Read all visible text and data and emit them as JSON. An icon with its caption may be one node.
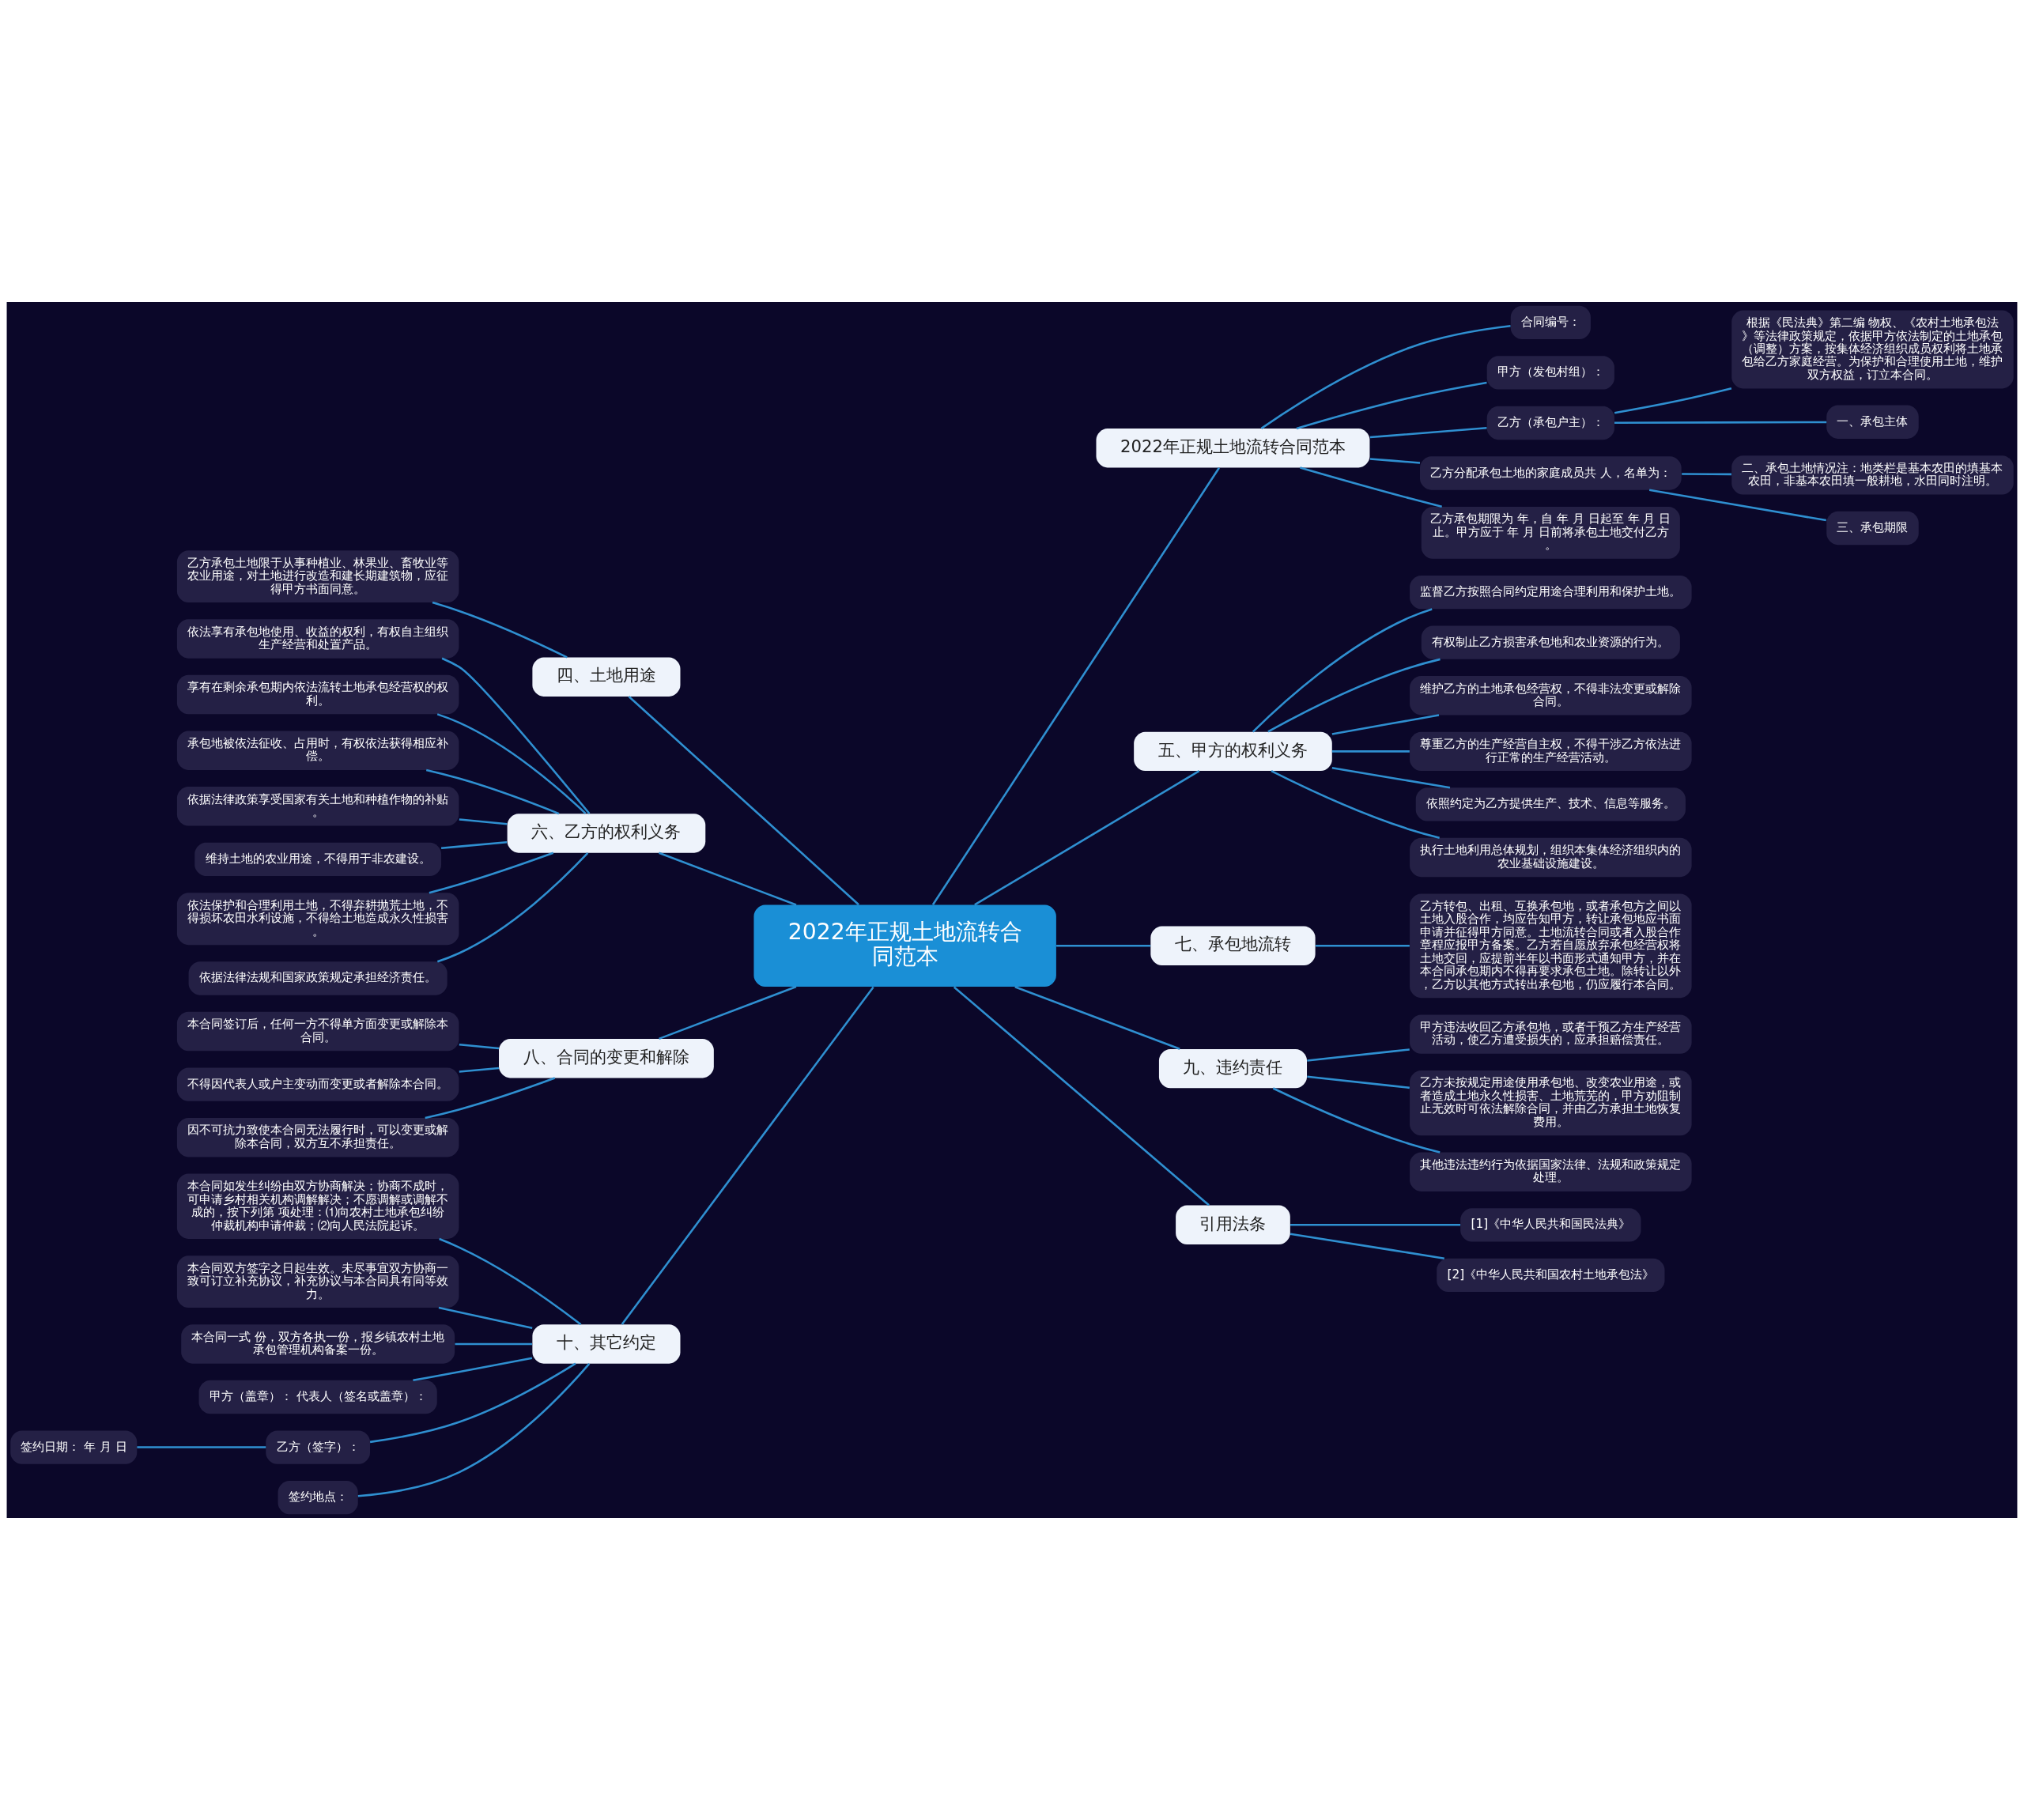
{
  "diagram": {
    "nodes": [
      {
        "text": [
          "2022年正规土地流转合同范本"
        ]
      },
      {
        "text": [
          "2022年正规土地流转合同范本"
        ]
      },
      {
        "text": [
          "合同编号："
        ]
      },
      {
        "text": [
          "甲方（发包村组）："
        ]
      },
      {
        "text": [
          "乙方（承包户主）："
        ]
      },
      {
        "text": [
          "根据《民法典》第二编 物权、《农村土地承包法》等法律政策规定，依据甲方依法制定的土地承包（调整）方案，按集体经济组织成员权利将土地承包给乙方家庭经营。为保护和合理使用土地，维护双方权益，订立本合同。"
        ]
      },
      {
        "text": [
          "一、承包主体"
        ]
      },
      {
        "text": [
          "乙方分配承包土地的家庭成员共 人，名单为："
        ]
      },
      {
        "text": [
          "二、承包土地情况注：地类栏是基本农田的填基本农田，非基本农田填一般耕地，水田同时注明。"
        ]
      },
      {
        "text": [
          "三、承包期限"
        ]
      },
      {
        "text": [
          "乙方承包期限为 年，自 年 月 日起至 年 月 日止。甲方应于 年 月 日前将承包土地交付乙方。"
        ]
      },
      {
        "text": [
          "四、土地用途"
        ]
      },
      {
        "text": [
          "乙方承包土地限于从事种植业、林果业、畜牧业等农业用途，对土地进行改造和建长期建筑物，应征得甲方书面同意。"
        ]
      },
      {
        "text": [
          "五、甲方的权利义务"
        ]
      },
      {
        "text": [
          "监督乙方按照合同约定用途合理利用和保护土地。"
        ]
      },
      {
        "text": [
          "有权制止乙方损害承包地和农业资源的行为。"
        ]
      },
      {
        "text": [
          "维护乙方的土地承包经营权，不得非法变更或解除合同。"
        ]
      },
      {
        "text": [
          "尊重乙方的生产经营自主权，不得干涉乙方依法进行正常的生产经营活动。"
        ]
      },
      {
        "text": [
          "依照约定为乙方提供生产、技术、信息等服务。"
        ]
      },
      {
        "text": [
          "执行土地利用总体规划，组织本集体经济组织内的农业基础设施建设。"
        ]
      },
      {
        "text": [
          "六、乙方的权利义务"
        ]
      },
      {
        "text": [
          "依法享有承包地使用、收益的权利，有权自主组织生产经营和处置产品。"
        ]
      },
      {
        "text": [
          "享有在剩余承包期内依法流转土地承包经营权的权利。"
        ]
      },
      {
        "text": [
          "承包地被依法征收、占用时，有权依法获得相应补偿。"
        ]
      },
      {
        "text": [
          "依据法律政策享受国家有关土地和种植作物的补贴。"
        ]
      },
      {
        "text": [
          "维持土地的农业用途，不得用于非农建设。"
        ]
      },
      {
        "text": [
          "依法保护和合理利用土地，不得弃耕抛荒土地，不得损坏农田水利设施，不得给土地造成永久性损害。"
        ]
      },
      {
        "text": [
          "依据法律法规和国家政策规定承担经济责任。"
        ]
      },
      {
        "text": [
          "七、承包地流转"
        ]
      },
      {
        "text": [
          "乙方转包、出租、互换承包地，或者承包方之间以土地入股合作，均应告知甲方，转让承包地应书面申请并征得甲方同意。土地流转合同或者入股合作章程应报甲方备案。乙方若自愿放弃承包经营权将土地交回，应提前半年以书面形式通知甲方，并在本合同承包期内不得再要求承包土地。除转让以外，乙方以其他方式转出承包地，仍应履行本合同。"
        ]
      },
      {
        "text": [
          "八、合同的变更和解除"
        ]
      },
      {
        "text": [
          "本合同签订后，任何一方不得单方面变更或解除本合同。"
        ]
      },
      {
        "text": [
          "不得因代表人或户主变动而变更或者解除本合同。"
        ]
      },
      {
        "text": [
          "因不可抗力致使本合同无法履行时，可以变更或解除本合同，双方互不承担责任。"
        ]
      },
      {
        "text": [
          "九、违约责任"
        ]
      },
      {
        "text": [
          "甲方违法收回乙方承包地，或者干预乙方生产经营活动，使乙方遭受损失的，应承担赔偿责任。"
        ]
      },
      {
        "text": [
          "乙方未按规定用途使用承包地、改变农业用途，或者造成土地永久性损害、土地荒芜的，甲方劝阻制止无效时可依法解除合同，并由乙方承担土地恢复费用。"
        ]
      },
      {
        "text": [
          "其他违法违约行为依据国家法律、法规和政策规定处理。"
        ]
      },
      {
        "text": [
          "十、其它约定"
        ]
      },
      {
        "text": [
          "本合同如发生纠纷由双方协商解决；协商不成时，可申请乡村相关机构调解解决；不愿调解或调解不成的，按下列第 项处理：⑴向农村土地承包纠纷仲裁机构申请仲裁；⑵向人民法院起诉。"
        ]
      },
      {
        "text": [
          "本合同双方签字之日起生效。未尽事宜双方协商一致可订立补充协议，补充协议与本合同具有同等效力。"
        ]
      },
      {
        "text": [
          "本合同一式 份，双方各执一份，报乡镇农村土地承包管理机构备案一份。"
        ]
      },
      {
        "text": [
          "甲方（盖章）： 代表人（签名或盖章）："
        ]
      },
      {
        "text": [
          "乙方（签字）："
        ]
      },
      {
        "text": [
          "签约日期： 年 月 日"
        ]
      },
      {
        "text": [
          "签约地点："
        ]
      },
      {
        "text": [
          "引用法条"
        ]
      },
      {
        "text": [
          "[1]《中华人民共和国民法典》"
        ]
      },
      {
        "text": [
          "[2]《中华人民共和国农村土地承包法》"
        ]
      }
    ],
    "edges": [
      {
        "from": 0,
        "to": 1,
        "arrow": "none"
      },
      {
        "from": 1,
        "to": 2,
        "arrow": "none"
      },
      {
        "from": 1,
        "to": 3,
        "arrow": "none"
      },
      {
        "from": 1,
        "to": 4,
        "arrow": "none"
      },
      {
        "from": 4,
        "to": 5,
        "arrow": "none"
      },
      {
        "from": 4,
        "to": 6,
        "arrow": "none"
      },
      {
        "from": 1,
        "to": 7,
        "arrow": "none"
      },
      {
        "from": 7,
        "to": 8,
        "arrow": "none"
      },
      {
        "from": 7,
        "to": 9,
        "arrow": "none"
      },
      {
        "from": 1,
        "to": 10,
        "arrow": "none"
      },
      {
        "from": 0,
        "to": 11,
        "arrow": "none"
      },
      {
        "from": 11,
        "to": 12,
        "arrow": "none"
      },
      {
        "from": 0,
        "to": 13,
        "arrow": "none"
      },
      {
        "from": 13,
        "to": 14,
        "arrow": "none"
      },
      {
        "from": 13,
        "to": 15,
        "arrow": "none"
      },
      {
        "from": 13,
        "to": 16,
        "arrow": "none"
      },
      {
        "from": 13,
        "to": 17,
        "arrow": "none"
      },
      {
        "from": 13,
        "to": 18,
        "arrow": "none"
      },
      {
        "from": 13,
        "to": 19,
        "arrow": "none"
      },
      {
        "from": 0,
        "to": 20,
        "arrow": "none"
      },
      {
        "from": 20,
        "to": 21,
        "arrow": "none"
      },
      {
        "from": 20,
        "to": 22,
        "arrow": "none"
      },
      {
        "from": 20,
        "to": 23,
        "arrow": "none"
      },
      {
        "from": 20,
        "to": 24,
        "arrow": "none"
      },
      {
        "from": 20,
        "to": 25,
        "arrow": "none"
      },
      {
        "from": 20,
        "to": 26,
        "arrow": "none"
      },
      {
        "from": 20,
        "to": 27,
        "arrow": "none"
      },
      {
        "from": 0,
        "to": 28,
        "arrow": "none"
      },
      {
        "from": 28,
        "to": 29,
        "arrow": "none"
      },
      {
        "from": 0,
        "to": 30,
        "arrow": "none"
      },
      {
        "from": 30,
        "to": 31,
        "arrow": "none"
      },
      {
        "from": 30,
        "to": 32,
        "arrow": "none"
      },
      {
        "from": 30,
        "to": 33,
        "arrow": "none"
      },
      {
        "from": 0,
        "to": 34,
        "arrow": "none"
      },
      {
        "from": 34,
        "to": 35,
        "arrow": "none"
      },
      {
        "from": 34,
        "to": 36,
        "arrow": "none"
      },
      {
        "from": 34,
        "to": 37,
        "arrow": "none"
      },
      {
        "from": 0,
        "to": 38,
        "arrow": "none"
      },
      {
        "from": 38,
        "to": 39,
        "arrow": "none"
      },
      {
        "from": 38,
        "to": 40,
        "arrow": "none"
      },
      {
        "from": 38,
        "to": 41,
        "arrow": "none"
      },
      {
        "from": 38,
        "to": 42,
        "arrow": "none"
      },
      {
        "from": 38,
        "to": 43,
        "arrow": "none"
      },
      {
        "from": 43,
        "to": 44,
        "arrow": "none"
      },
      {
        "from": 38,
        "to": 45,
        "arrow": "none"
      },
      {
        "from": 0,
        "to": 46,
        "arrow": "none"
      },
      {
        "from": 46,
        "to": 47,
        "arrow": "none"
      },
      {
        "from": 46,
        "to": 48,
        "arrow": "none"
      }
    ]
  }
}
